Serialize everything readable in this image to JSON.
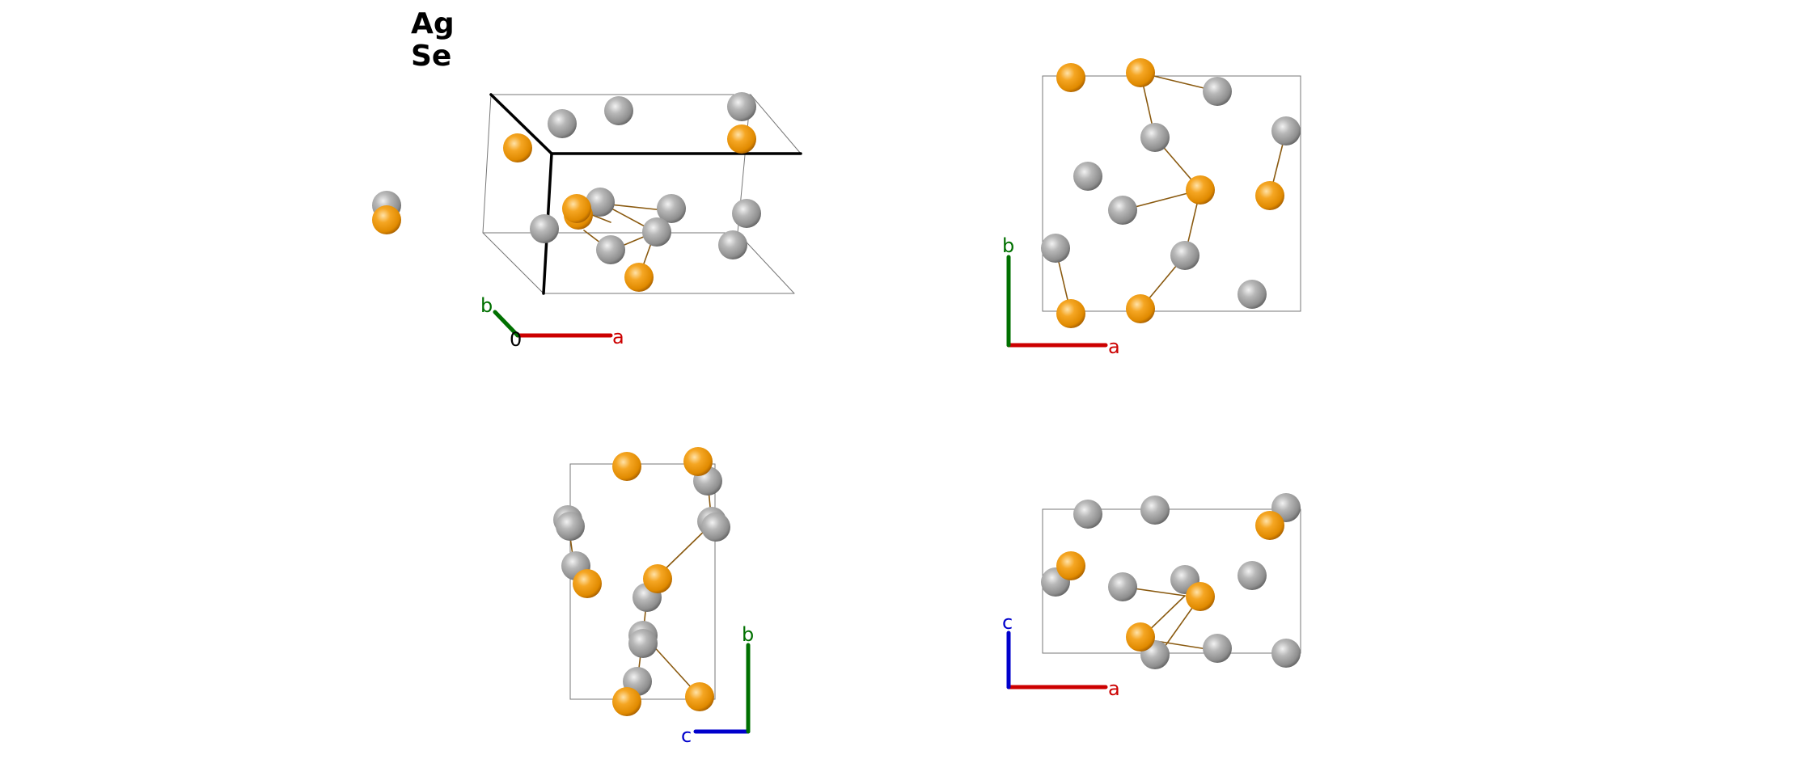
{
  "legend": {
    "elements": [
      "Ag",
      "Se"
    ]
  },
  "colors": {
    "Ag": "#f0960e",
    "Se": "#a8a8a8",
    "bond": "#8a5a10",
    "axis_a": "#cc0000",
    "axis_b": "#007000",
    "axis_c": "#0000cc",
    "origin": "#000000"
  },
  "views": [
    {
      "name": "perspective",
      "axis_labels": {
        "a": "a",
        "b": "b",
        "origin": "0"
      }
    },
    {
      "name": "top-ab",
      "axis_labels": {
        "a": "a",
        "b": "b"
      }
    },
    {
      "name": "side-cb",
      "axis_labels": {
        "c": "c",
        "b": "b"
      }
    },
    {
      "name": "front-ac",
      "axis_labels": {
        "a": "a",
        "c": "c"
      }
    }
  ]
}
